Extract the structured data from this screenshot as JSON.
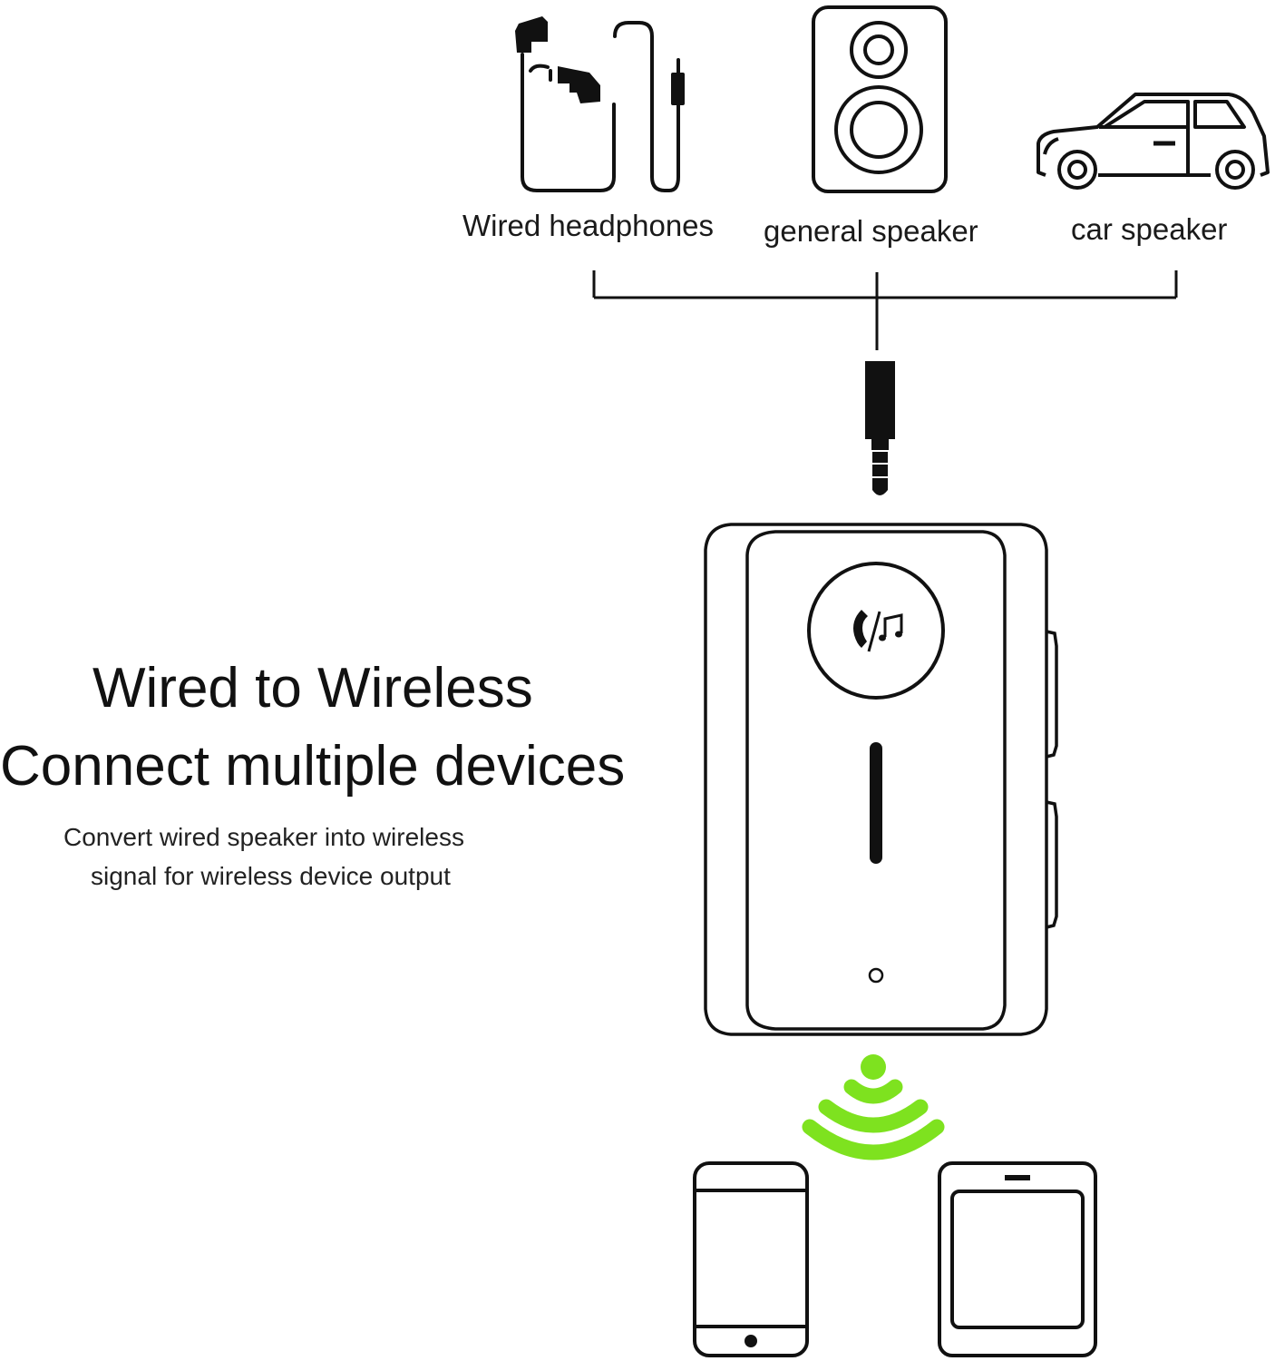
{
  "devices": {
    "headphones_label": "Wired headphones",
    "speaker_label": "general speaker",
    "car_label": "car speaker"
  },
  "headline": {
    "line1": "Wired to Wireless",
    "line2": "Connect multiple devices"
  },
  "subtext": {
    "line1": "Convert wired speaker into wireless",
    "line2": "signal for wireless device output"
  },
  "colors": {
    "line": "#111111",
    "wireless": "#7ee21f"
  },
  "icons": {
    "headphones": "wired-headphones-icon",
    "speaker": "speaker-icon",
    "car": "car-icon",
    "jack": "audio-jack-icon",
    "adapter": "bluetooth-adapter-icon",
    "call_music": "call-music-icon",
    "wireless": "wireless-signal-icon",
    "phone": "smartphone-icon",
    "tablet": "tablet-icon"
  }
}
